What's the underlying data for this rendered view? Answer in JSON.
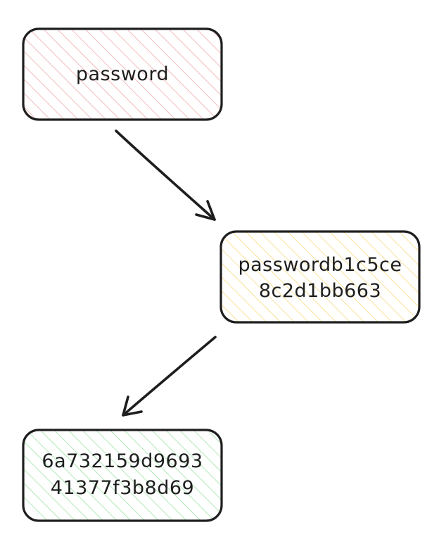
{
  "nodes": {
    "password": {
      "lines": [
        "password"
      ],
      "fill_color": "#ffc9c9",
      "hatch_color": "#f0a0a0"
    },
    "salted": {
      "lines": [
        "passwordb1c5ce",
        "8c2d1bb663"
      ],
      "fill_color": "#ffec99",
      "hatch_color": "#f5d76e"
    },
    "hash": {
      "lines": [
        "6a732159d9693",
        "41377f3b8d69"
      ],
      "fill_color": "#b2f2bb",
      "hatch_color": "#8fe09c"
    }
  },
  "colors": {
    "stroke": "#1e1e1e",
    "background": "#ffffff"
  }
}
